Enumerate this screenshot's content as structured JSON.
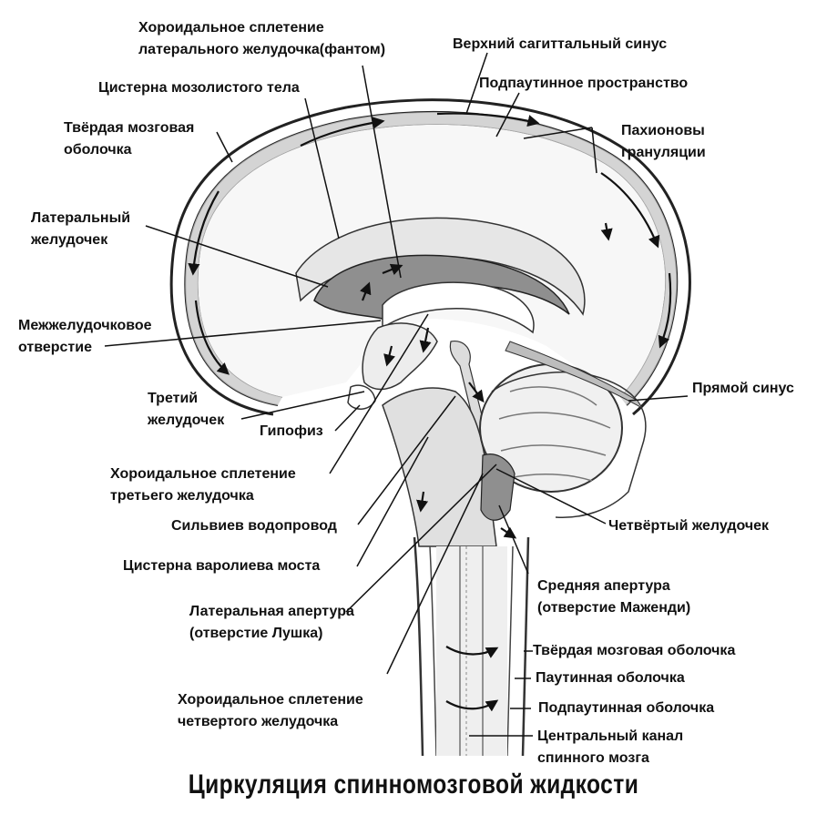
{
  "title": "Циркуляция спинномозговой жидкости",
  "labels": {
    "choroid_lateral_1": "Хороидальное сплетение",
    "choroid_lateral_2": "латерального желудочка(фантом)",
    "sup_sagittal_sinus": "Верхний сагиттальный синус",
    "cistern_callosum": "Цистерна мозолистого тела",
    "subarachnoid_space": "Подпаутинное пространство",
    "dura_top_1": "Твёрдая мозговая",
    "dura_top_2": "оболочка",
    "pacchionian_1": "Пахионовы",
    "pacchionian_2": "грануляции",
    "lateral_ventricle_1": "Латеральный",
    "lateral_ventricle_2": "желудочек",
    "interventricular_1": "Межжелудочковое",
    "interventricular_2": "отверстие",
    "straight_sinus": "Прямой синус",
    "third_ventricle_1": "Третий",
    "third_ventricle_2": "желудочек",
    "pituitary": "Гипофиз",
    "choroid_third_1": "Хороидальное сплетение",
    "choroid_third_2": "третьего желудочка",
    "sylvian_aqueduct": "Сильвиев водопровод",
    "fourth_ventricle": "Четвёртый желудочек",
    "pontine_cistern": "Цистерна варолиева моста",
    "median_aperture_1": "Средняя апертура",
    "median_aperture_2": "(отверстие Маженди)",
    "lateral_aperture_1": "Латеральная апертура",
    "lateral_aperture_2": "(отверстие Лушка)",
    "dura_spinal": "Твёрдая мозговая оболочка",
    "arachnoid": "Паутинная оболочка",
    "subarachnoid_spinal": "Подпаутинная оболочка",
    "choroid_fourth_1": "Хороидальное сплетение",
    "choroid_fourth_2": "четвертого желудочка",
    "central_canal_1": "Центральный канал",
    "central_canal_2": "спинного мозга"
  }
}
